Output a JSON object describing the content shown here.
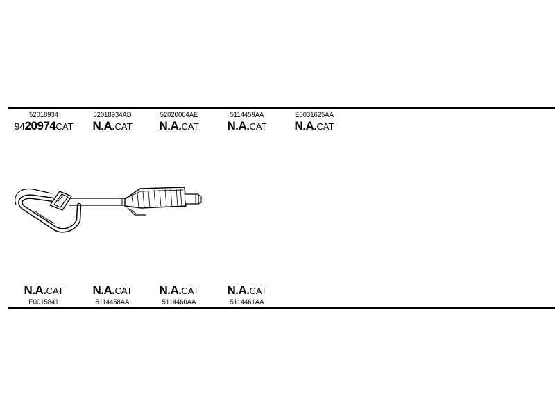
{
  "parts_top": [
    {
      "number": "52018934",
      "prefix": "94",
      "code": "20974",
      "suffix": "CAT"
    },
    {
      "number": "52018934AD",
      "prefix": "",
      "code": "N.A.",
      "suffix": "CAT"
    },
    {
      "number": "52020064AE",
      "prefix": "",
      "code": "N.A.",
      "suffix": "CAT"
    },
    {
      "number": "5114459AA",
      "prefix": "",
      "code": "N.A.",
      "suffix": "CAT"
    },
    {
      "number": "E0031625AA",
      "prefix": "",
      "code": "N.A.",
      "suffix": "CAT"
    }
  ],
  "parts_bottom": [
    {
      "number": "E0015841",
      "code": "N.A.",
      "suffix": "CAT"
    },
    {
      "number": "5114458AA",
      "code": "N.A.",
      "suffix": "CAT"
    },
    {
      "number": "5114460AA",
      "code": "N.A.",
      "suffix": "CAT"
    },
    {
      "number": "5114461AA",
      "code": "N.A.",
      "suffix": "CAT"
    }
  ]
}
